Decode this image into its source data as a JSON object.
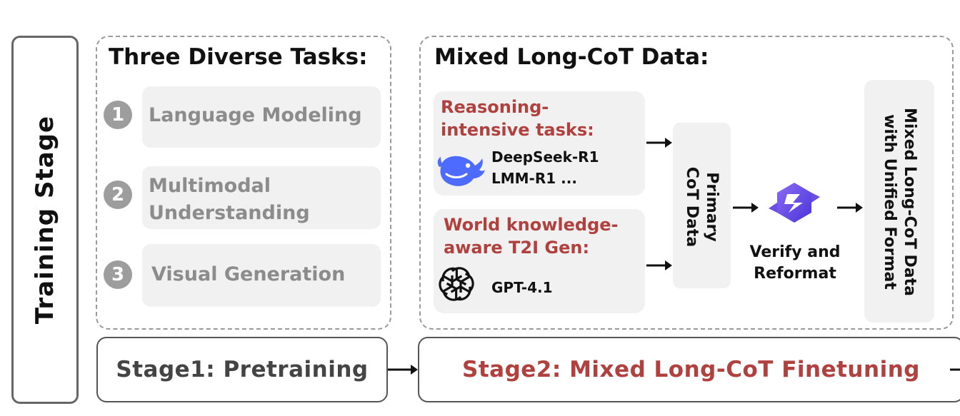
{
  "side": {
    "label": "Training Stage"
  },
  "tasks": {
    "title": "Three Diverse Tasks:",
    "items": [
      {
        "number": "1",
        "label": "Language Modeling"
      },
      {
        "number": "2",
        "label_lines": [
          "Multimodal",
          "Understanding"
        ]
      },
      {
        "number": "3",
        "label": "Visual Generation"
      }
    ]
  },
  "mixed": {
    "title": "Mixed Long-CoT Data:",
    "reasoning": {
      "title_lines": [
        "Reasoning-",
        "intensive tasks:"
      ],
      "models": [
        "DeepSeek-R1",
        "LMM-R1 ..."
      ],
      "icon": "deepseek-whale-icon"
    },
    "world": {
      "title_lines": [
        "World knowledge-",
        "aware T2I Gen:"
      ],
      "models": [
        "GPT-4.1"
      ],
      "icon": "openai-icon"
    },
    "primary": {
      "lines": [
        "Primary",
        "CoT Data"
      ]
    },
    "verify": {
      "lines": [
        "Verify and",
        "Reformat"
      ],
      "icon": "qwen-icon"
    },
    "unified": {
      "lines": [
        "Mixed Long-CoT Data",
        "with Unified Format"
      ]
    }
  },
  "stages": {
    "stage1": "Stage1: Pretraining",
    "stage2": "Stage2: Mixed Long-CoT Finetuning"
  },
  "colors": {
    "accent_red": "#b0413e",
    "task_gray": "#8c8c8c",
    "card_bg": "#f1f1f1",
    "qwen_purple": "#6b4de6",
    "deepseek_blue": "#4d6bfe"
  }
}
